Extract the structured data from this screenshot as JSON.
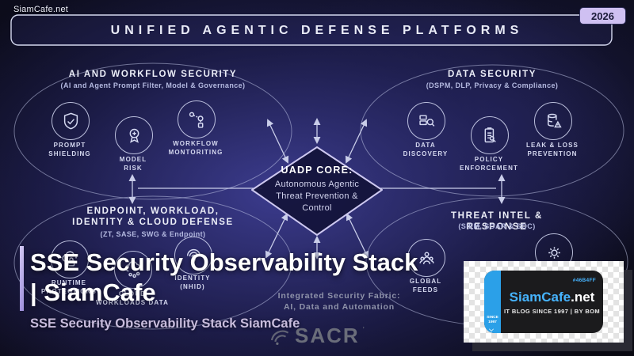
{
  "page": {
    "watermark": "SiamCafe.net",
    "badge_year": "2026",
    "title": "UNIFIED AGENTIC DEFENSE PLATFORMS"
  },
  "clusters": {
    "ai_workflow": {
      "title": "AI AND WORKFLOW SECURITY",
      "subtitle": "(AI and Agent Prompt Filter, Model & Governance)",
      "items": [
        {
          "label": "PROMPT\nSHIELDING"
        },
        {
          "label": "MODEL\nRISK"
        },
        {
          "label": "WORKFLOW\nMONTORITING"
        }
      ]
    },
    "data_security": {
      "title": "DATA SECURITY",
      "subtitle": "(DSPM, DLP, Privacy & Compliance)",
      "items": [
        {
          "label": "DATA\nDISCOVERY"
        },
        {
          "label": "POLICY\nENFORCEMENT"
        },
        {
          "label": "LEAK & LOSS\nPREVENTION"
        }
      ]
    },
    "endpoint_defense": {
      "title": "ENDPOINT, WORKLOAD,\nIDENTITY & CLOUD DEFENSE",
      "subtitle": "(ZT, SASE, SWG & Endpoint)",
      "items": [
        {
          "label": "RUNTIME\nPROTECTIONS"
        },
        {
          "label": "CLOUD\nWORKLOADS DATA"
        },
        {
          "label": "IDENTITY\n(NHID)"
        }
      ]
    },
    "threat_intel": {
      "title": "THREAT INTEL & RESPONSE",
      "subtitle": "(SIEM, SOAR & SOC)",
      "items": [
        {
          "label": "GLOBAL\nFEEDS"
        }
      ]
    }
  },
  "core": {
    "title": "UADP CORE:",
    "body": "Autonomous Agentic\nThreat Prevention &\nControl"
  },
  "fabric": {
    "line1": "Integrated Security Fabric:",
    "line2": "AI, Data and Automation"
  },
  "overlay": {
    "heading_line1": "SSE Security Observability Stack",
    "heading_line2": "| SiamCafe",
    "subheading": "SSE Security Observability Stack SiamCafe"
  },
  "footer_logo": {
    "text": "SACR",
    "mark": "’"
  },
  "promo_card": {
    "hex_label": "#46B4FF",
    "brand_primary": "SiamCafe",
    "brand_suffix": ".net",
    "tagline": "IT BLOG SINCE 1997 | BY BOM",
    "since_label": "SINCE\n1997"
  },
  "colors": {
    "accent_blue": "#46B4FF",
    "badge_lavender": "#cfc0f2"
  }
}
